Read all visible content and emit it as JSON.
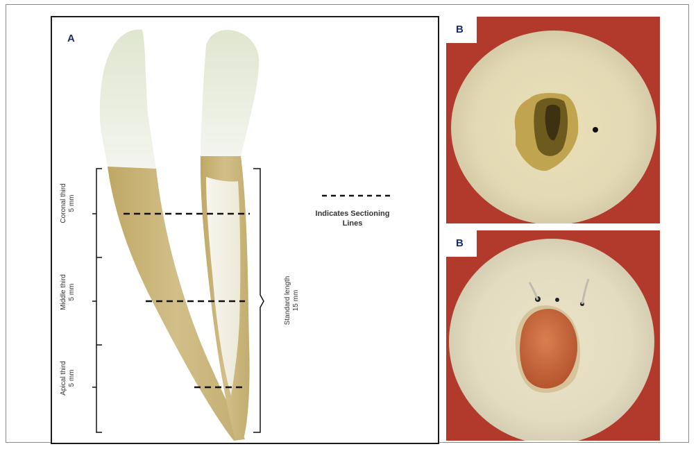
{
  "panel_a": {
    "label": "A",
    "legend": {
      "line1": "Indicates Sectioning",
      "line2": "Lines"
    },
    "left_labels": [
      {
        "line1": "Coronal third",
        "line2": "5 mm"
      },
      {
        "line1": "Middle third",
        "line2": "5 mm"
      },
      {
        "line1": "Apical third",
        "line2": "5 mm"
      }
    ],
    "right_label": {
      "line1": "Standard length",
      "line2": "15 mm"
    }
  },
  "photos": [
    {
      "label": "B",
      "description_icon": "tooth-cross-section-empty-canal"
    },
    {
      "label": "B",
      "description_icon": "tooth-cross-section-filled-canal"
    }
  ],
  "colors": {
    "photo_background": "#b23a2c",
    "root_tan": "#c9b47a",
    "crown_white": "#eef2e6"
  }
}
